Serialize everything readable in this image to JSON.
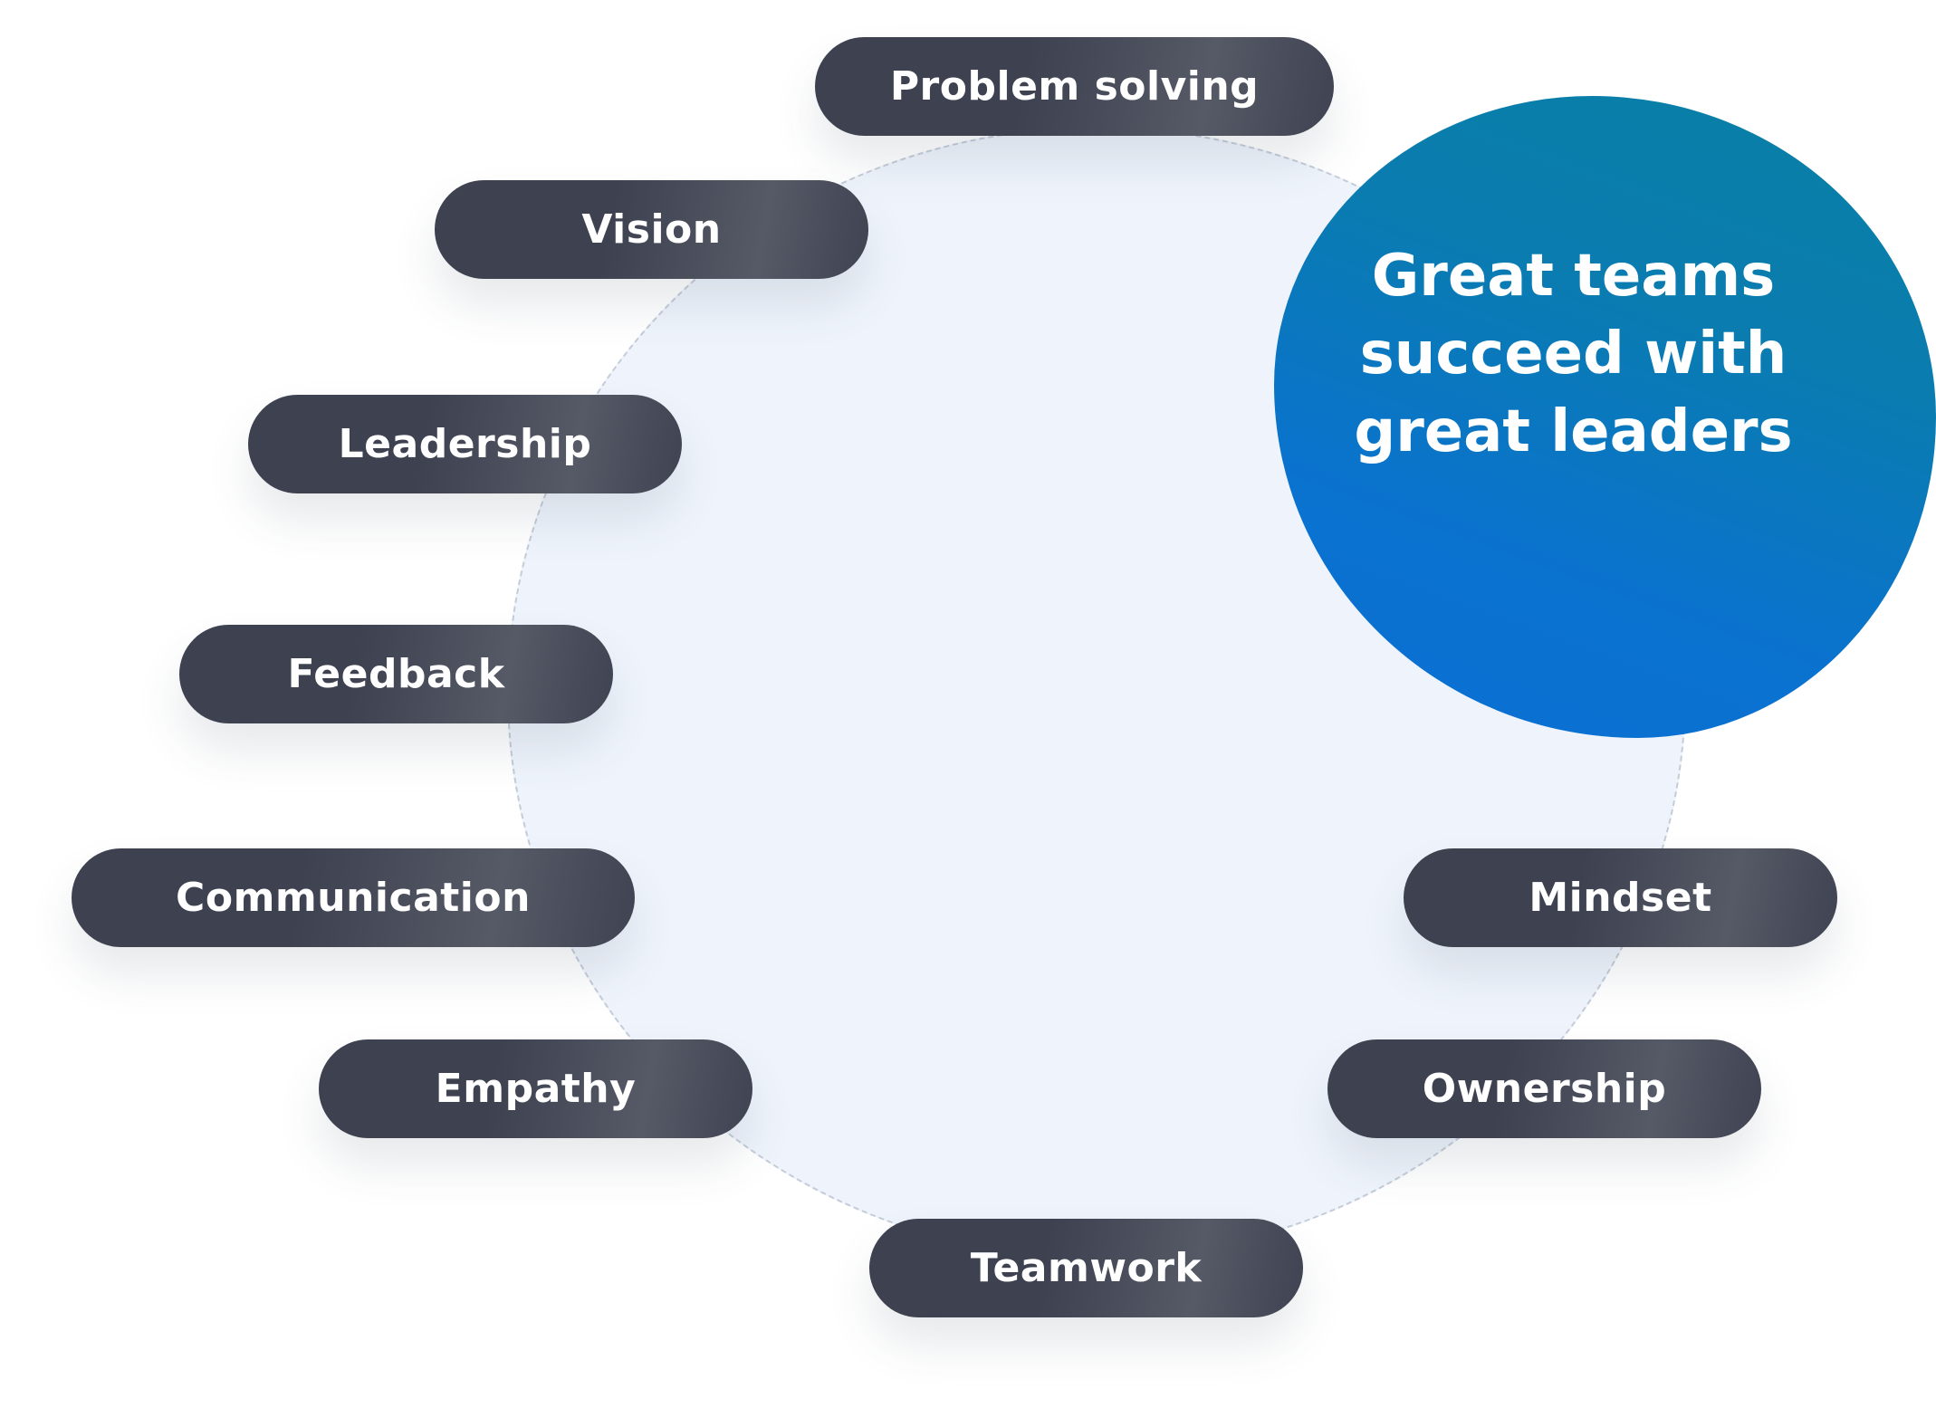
{
  "skills": [
    "Problem solving",
    "Vision",
    "Leadership",
    "Feedback",
    "Communication",
    "Empathy",
    "Mindset",
    "Ownership",
    "Teamwork"
  ],
  "headline": "Great teams succeed with great leaders",
  "colors": {
    "pill": "#3d4150",
    "blob": "#0a72cf",
    "circle": "#eff4fc"
  }
}
